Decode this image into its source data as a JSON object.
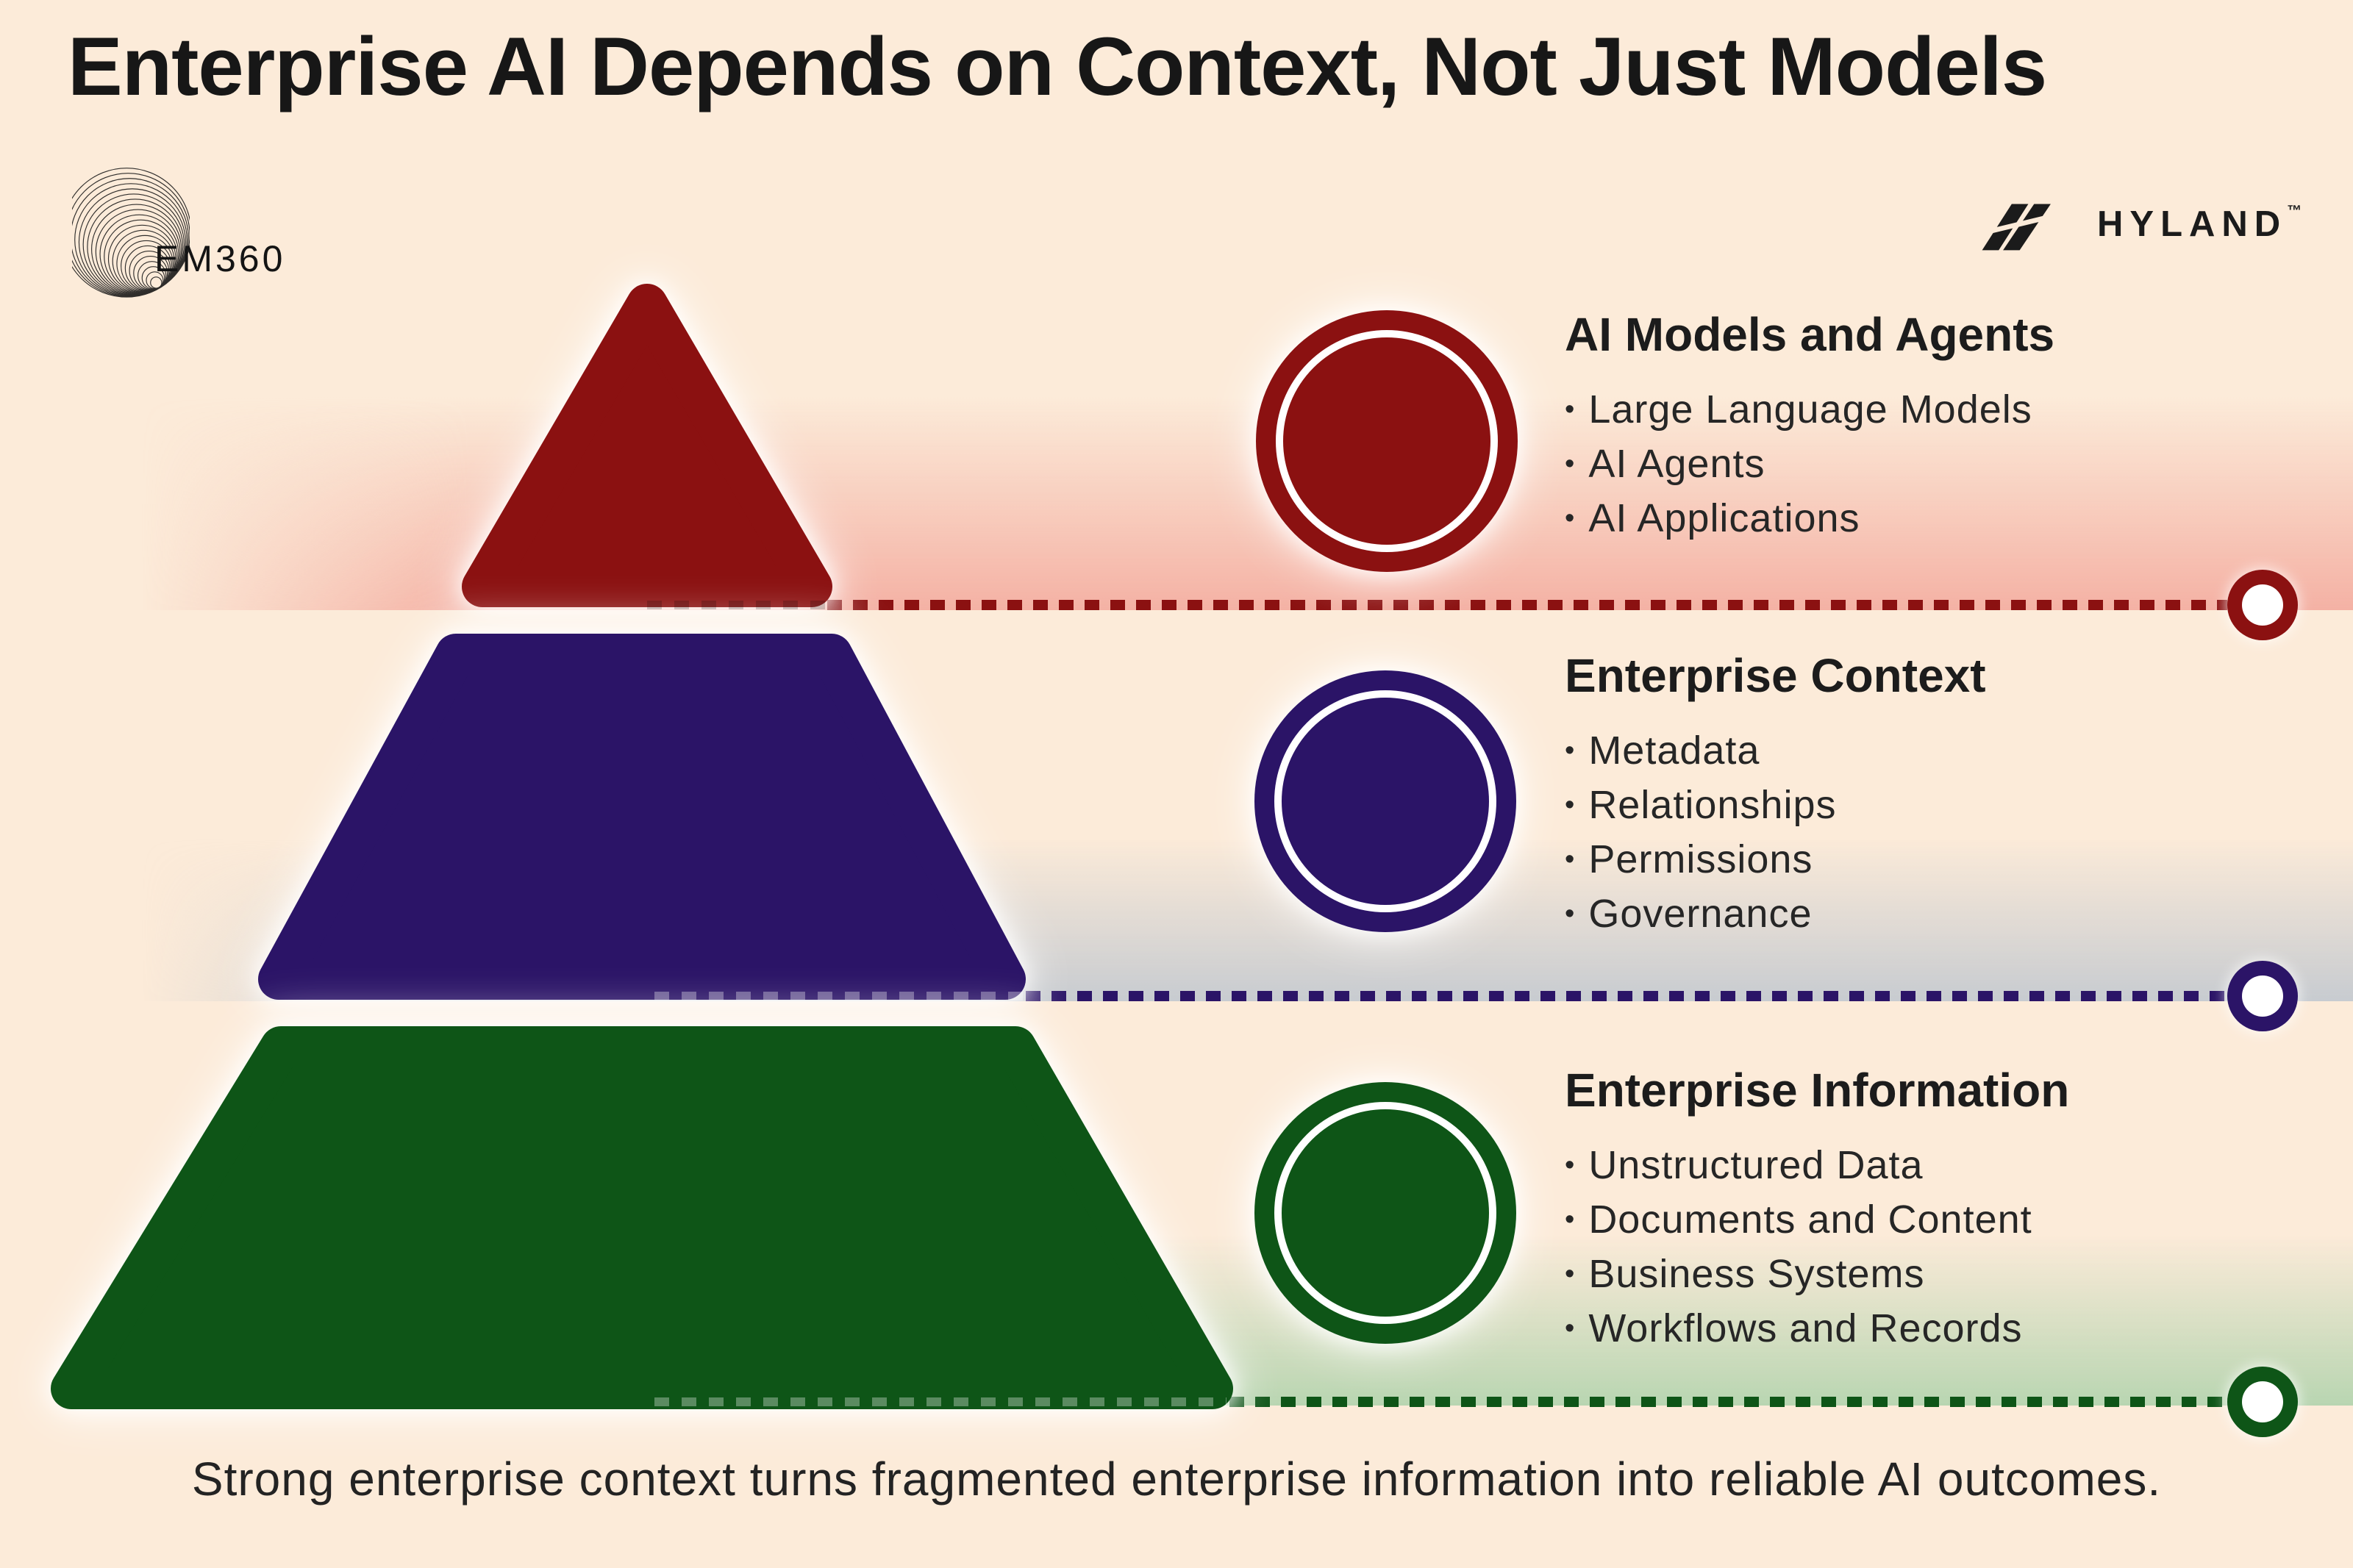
{
  "title": "Enterprise AI Depends on Context, Not Just Models",
  "footer": "Strong enterprise context turns fragmented enterprise information into reliable AI outcomes.",
  "ui": {
    "bullet": "•"
  },
  "logos": {
    "em360": {
      "text": "EM360"
    },
    "hyland": {
      "text": "HYLAND",
      "tm": "™"
    }
  },
  "sections": [
    {
      "heading": "AI Models and Agents",
      "color": "#8b1111",
      "band_color": "#f4b1a4",
      "items": [
        "Large Language Models",
        "AI Agents",
        "AI Applications"
      ]
    },
    {
      "heading": "Enterprise Context",
      "color": "#2b1467",
      "band_color": "#c7cbd0",
      "items": [
        "Metadata",
        "Relationships",
        "Permissions",
        "Governance"
      ]
    },
    {
      "heading": "Enterprise Information",
      "color": "#0e5517",
      "band_color": "#b8d5b1",
      "items": [
        "Unstructured Data",
        "Documents and Content",
        "Business Systems",
        "Workflows and Records"
      ]
    }
  ],
  "colors": {
    "background": "#fcebd9",
    "text": "#1c1c1c"
  }
}
